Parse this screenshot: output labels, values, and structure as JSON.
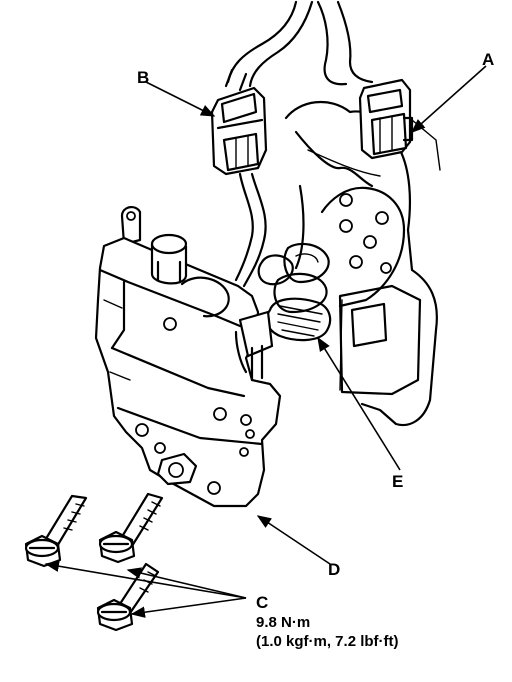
{
  "callouts": {
    "a": "A",
    "b": "B",
    "c": "C",
    "d": "D",
    "e": "E"
  },
  "torque_spec": {
    "metric": "9.8 N·m",
    "imperial": "(1.0 kgf·m, 7.2 lbf·ft)"
  }
}
